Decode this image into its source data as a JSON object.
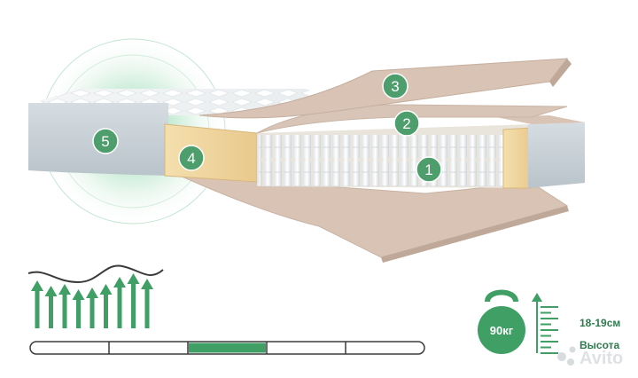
{
  "layers": [
    {
      "number": "1"
    },
    {
      "number": "2"
    },
    {
      "number": "3"
    },
    {
      "number": "4"
    },
    {
      "number": "5"
    }
  ],
  "weight_label": "90кг",
  "height_value": "18-19см",
  "height_label": "Высота",
  "watermark": "Avito",
  "firmness": {
    "segments": 5,
    "active_segment": 3
  },
  "colors": {
    "accent": "#3f9f64",
    "badge": "#4d9e6c",
    "text": "#2d7a4c",
    "felt": "#d8c3b5"
  }
}
